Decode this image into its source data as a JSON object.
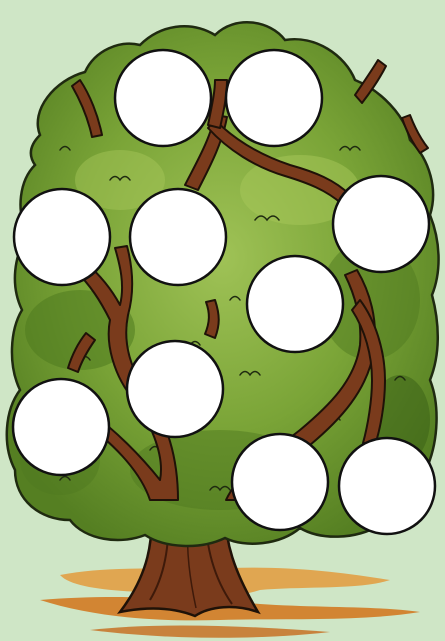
{
  "illustration": {
    "subject": "family-tree",
    "portrait_frames": [
      {
        "id": "frame-1",
        "label": ""
      },
      {
        "id": "frame-2",
        "label": ""
      },
      {
        "id": "frame-3",
        "label": ""
      },
      {
        "id": "frame-4",
        "label": ""
      },
      {
        "id": "frame-5",
        "label": ""
      },
      {
        "id": "frame-6",
        "label": ""
      },
      {
        "id": "frame-7",
        "label": ""
      },
      {
        "id": "frame-8",
        "label": ""
      },
      {
        "id": "frame-9",
        "label": ""
      },
      {
        "id": "frame-10",
        "label": ""
      }
    ],
    "colors": {
      "background": "#cfe6c6",
      "foliage_dark": "#4f7a1f",
      "foliage_mid": "#7aa437",
      "foliage_light": "#a8c75a",
      "outline": "#1f2a10",
      "trunk": "#7a3b1c",
      "trunk_dark": "#4a2010",
      "ground": "#d9862e",
      "frame_fill": "#ffffff"
    }
  }
}
